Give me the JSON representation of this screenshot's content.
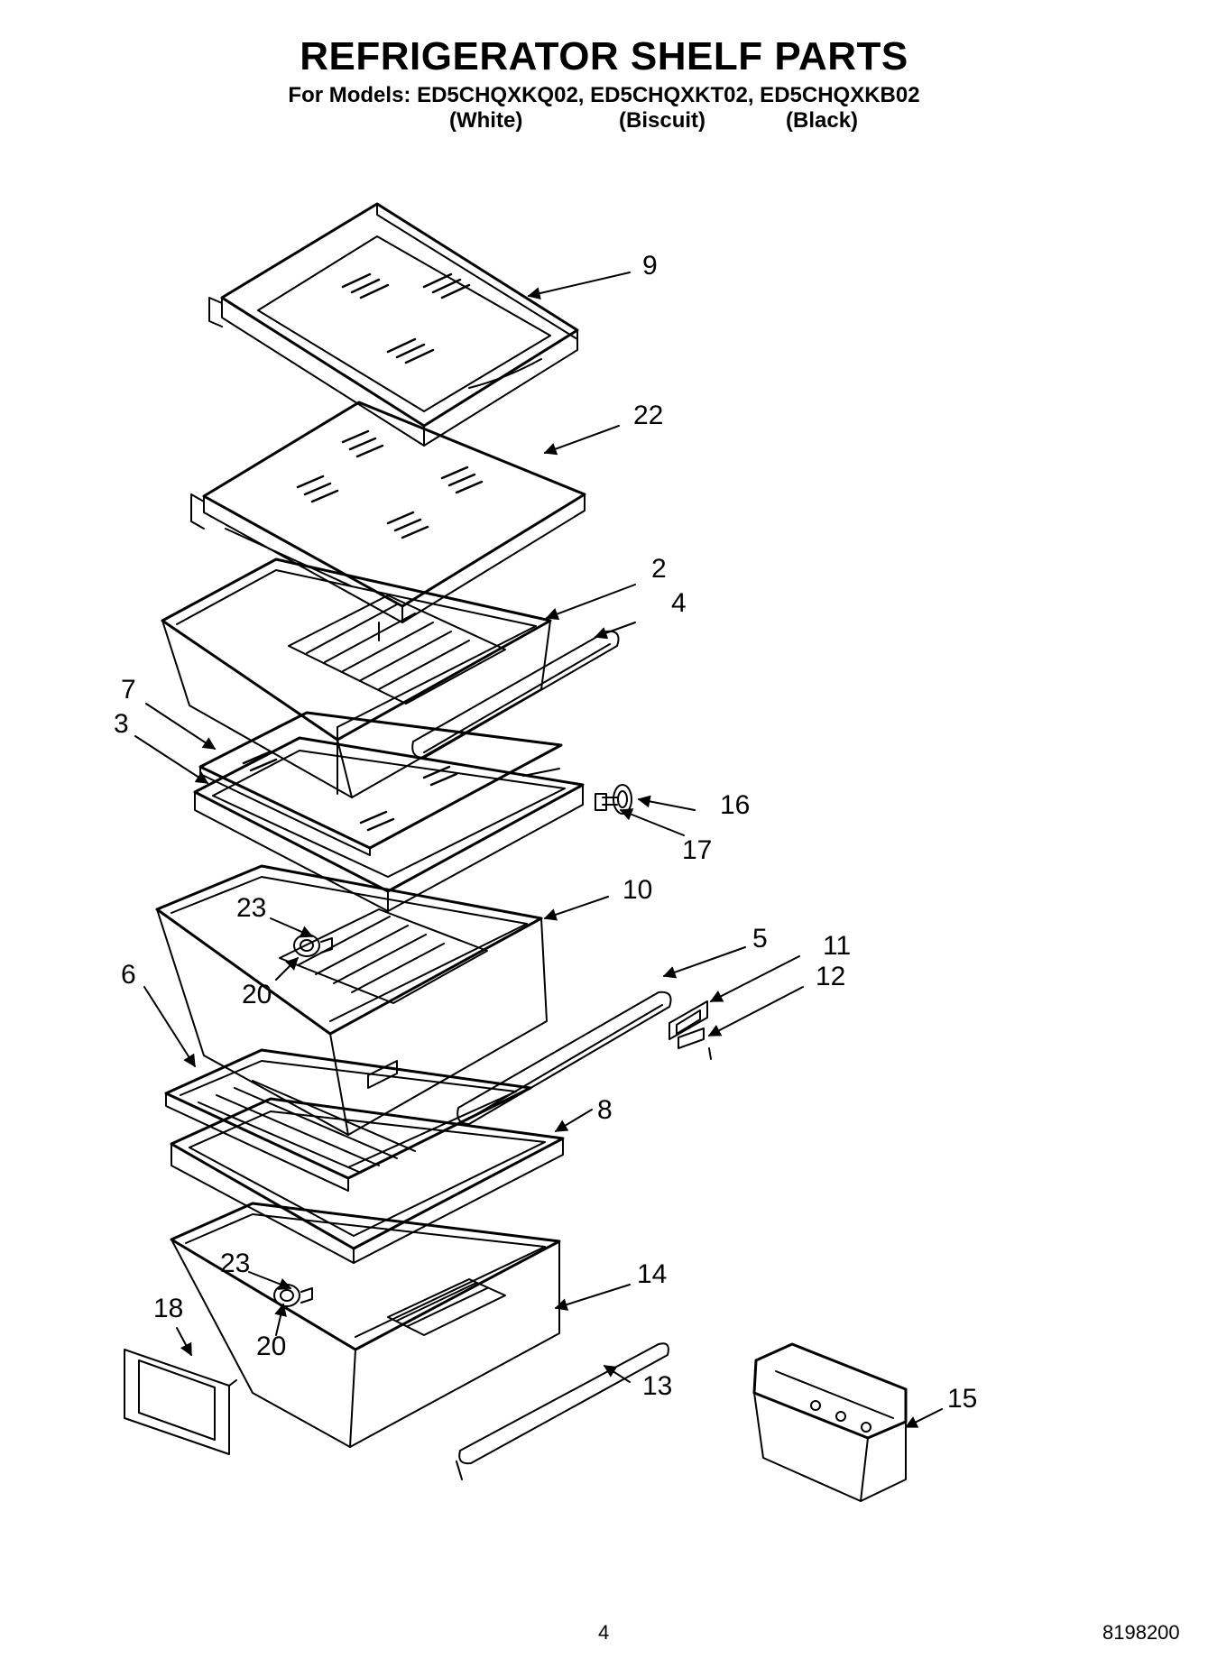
{
  "header": {
    "title": "REFRIGERATOR SHELF PARTS",
    "models_line": "For Models: ED5CHQXKQ02, ED5CHQXKT02, ED5CHQXKB02",
    "colors": [
      "(White)",
      "(Biscuit)",
      "(Black)"
    ]
  },
  "callouts": {
    "c9": "9",
    "c22": "22",
    "c2": "2",
    "c4": "4",
    "c7": "7",
    "c3": "3",
    "c16": "16",
    "c17": "17",
    "c10": "10",
    "c23a": "23",
    "c20a": "20",
    "c5": "5",
    "c11": "11",
    "c12": "12",
    "c6": "6",
    "c8": "8",
    "c23b": "23",
    "c20b": "20",
    "c14": "14",
    "c18": "18",
    "c13": "13",
    "c15": "15"
  },
  "footer": {
    "page_number": "4",
    "doc_number": "8198200"
  }
}
